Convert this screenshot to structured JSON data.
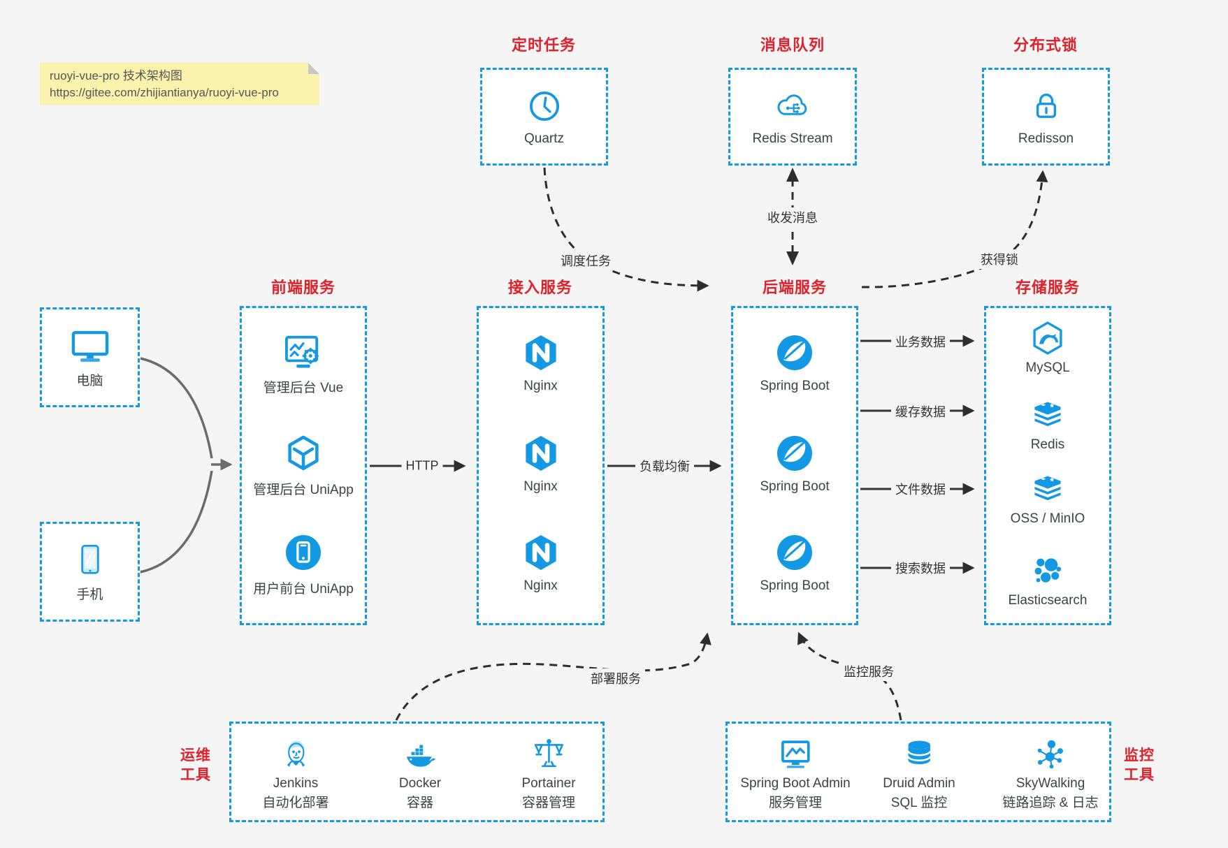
{
  "note": {
    "line1": "ruoyi-vue-pro 技术架构图",
    "line2": "https://gitee.com/zhijiantianya/ruoyi-vue-pro"
  },
  "colors": {
    "accent_blue": "#1398E4",
    "title_red": "#E02129",
    "text_dark": "#3D4247",
    "line_dark": "#333333",
    "canvas_bg": "#F5F5F6",
    "box_bg": "#FFFFFF",
    "note_bg": "#FAF2AD"
  },
  "groups": {
    "scheduled": {
      "title": "定时任务",
      "items": [
        {
          "icon": "clock-icon",
          "label": "Quartz"
        }
      ]
    },
    "mq": {
      "title": "消息队列",
      "items": [
        {
          "icon": "cloud-stream-icon",
          "label": "Redis Stream"
        }
      ]
    },
    "lock": {
      "title": "分布式锁",
      "items": [
        {
          "icon": "lock-icon",
          "label": "Redisson"
        }
      ]
    },
    "pc": {
      "items": [
        {
          "icon": "computer-icon",
          "label": "电脑"
        }
      ]
    },
    "phone": {
      "items": [
        {
          "icon": "phone-icon",
          "label": "手机"
        }
      ]
    },
    "frontend": {
      "title": "前端服务",
      "items": [
        {
          "icon": "admin-vue-icon",
          "label": "管理后台 Vue"
        },
        {
          "icon": "uniapp-cube-icon",
          "label": "管理后台 UniApp"
        },
        {
          "icon": "mobile-app-icon",
          "label": "用户前台 UniApp"
        }
      ]
    },
    "gateway": {
      "title": "接入服务",
      "items": [
        {
          "icon": "nginx-icon",
          "label": "Nginx"
        },
        {
          "icon": "nginx-icon",
          "label": "Nginx"
        },
        {
          "icon": "nginx-icon",
          "label": "Nginx"
        }
      ]
    },
    "backend": {
      "title": "后端服务",
      "items": [
        {
          "icon": "spring-icon",
          "label": "Spring Boot"
        },
        {
          "icon": "spring-icon",
          "label": "Spring Boot"
        },
        {
          "icon": "spring-icon",
          "label": "Spring Boot"
        }
      ]
    },
    "storage": {
      "title": "存储服务",
      "items": [
        {
          "icon": "mysql-icon",
          "label": "MySQL"
        },
        {
          "icon": "redis-icon",
          "label": "Redis"
        },
        {
          "icon": "oss-icon",
          "label": "OSS / MinIO"
        },
        {
          "icon": "elasticsearch-icon",
          "label": "Elasticsearch"
        }
      ]
    },
    "ops": {
      "title_line1": "运维",
      "title_line2": "工具",
      "items": [
        {
          "icon": "jenkins-icon",
          "label": "Jenkins",
          "sublabel": "自动化部署"
        },
        {
          "icon": "docker-icon",
          "label": "Docker",
          "sublabel": "容器"
        },
        {
          "icon": "portainer-icon",
          "label": "Portainer",
          "sublabel": "容器管理"
        }
      ]
    },
    "monitor": {
      "title_line1": "监控",
      "title_line2": "工具",
      "items": [
        {
          "icon": "sba-icon",
          "label": "Spring Boot Admin",
          "sublabel": "服务管理"
        },
        {
          "icon": "druid-icon",
          "label": "Druid Admin",
          "sublabel": "SQL 监控"
        },
        {
          "icon": "skywalking-icon",
          "label": "SkyWalking",
          "sublabel": "链路追踪 & 日志"
        }
      ]
    }
  },
  "edges": {
    "schedule": "调度任务",
    "message": "收发消息",
    "acquire_lock": "获得锁",
    "http": "HTTP",
    "load_balance": "负载均衡",
    "business_data": "业务数据",
    "cache_data": "缓存数据",
    "file_data": "文件数据",
    "search_data": "搜索数据",
    "deploy": "部署服务",
    "monitor": "监控服务"
  }
}
